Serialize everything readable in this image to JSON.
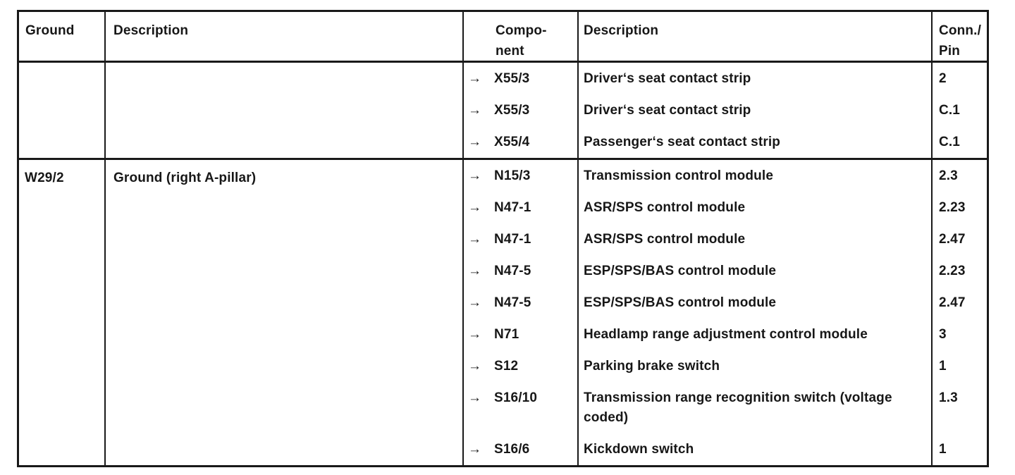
{
  "page": {
    "background": "#ffffff",
    "ink": "#171717"
  },
  "icons": {
    "arrow_right": "→"
  },
  "table": {
    "header": {
      "ground": "Ground",
      "description_left": "Description",
      "component_line1": "Compo-",
      "component_line2": "nent",
      "description_right": "Description",
      "conn_line1": "Conn./",
      "conn_line2": "Pin"
    },
    "groups": [
      {
        "ground": "",
        "ground_description": "",
        "rows": [
          {
            "component": "X55/3",
            "description": "Driver‘s seat contact strip",
            "conn_pin": "2"
          },
          {
            "component": "X55/3",
            "description": "Driver‘s seat contact strip",
            "conn_pin": "C.1"
          },
          {
            "component": "X55/4",
            "description": "Passenger‘s seat contact strip",
            "conn_pin": "C.1"
          }
        ]
      },
      {
        "ground": "W29/2",
        "ground_description": "Ground (right A-pillar)",
        "rows": [
          {
            "component": "N15/3",
            "description": "Transmission control module",
            "conn_pin": "2.3"
          },
          {
            "component": "N47-1",
            "description": "ASR/SPS control module",
            "conn_pin": "2.23"
          },
          {
            "component": "N47-1",
            "description": "ASR/SPS control module",
            "conn_pin": "2.47"
          },
          {
            "component": "N47-5",
            "description": "ESP/SPS/BAS control module",
            "conn_pin": "2.23"
          },
          {
            "component": "N47-5",
            "description": "ESP/SPS/BAS control module",
            "conn_pin": "2.47"
          },
          {
            "component": "N71",
            "description": "Headlamp range adjustment control module",
            "conn_pin": "3"
          },
          {
            "component": "S12",
            "description": "Parking brake switch",
            "conn_pin": "1"
          },
          {
            "component": "S16/10",
            "description": "Transmission range recognition switch (voltage coded)",
            "conn_pin": "1.3"
          },
          {
            "component": "S16/6",
            "description": "Kickdown switch",
            "conn_pin": "1"
          }
        ]
      }
    ]
  }
}
